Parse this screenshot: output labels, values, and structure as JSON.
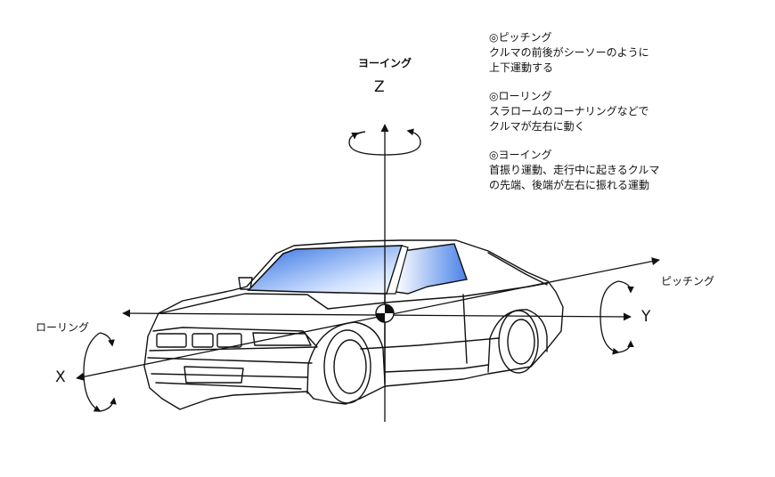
{
  "axes": {
    "z_letter": "Z",
    "y_letter": "Y",
    "x_letter": "X",
    "yaw_label": "ヨーイング",
    "pitch_label": "ピッチング",
    "roll_label": "ローリング"
  },
  "notes": [
    {
      "title": "◎ピッチング",
      "lines": [
        "クルマの前後がシーソーのように",
        "上下運動する"
      ]
    },
    {
      "title": "◎ローリング",
      "lines": [
        "スラロームのコーナリングなどで",
        "クルマが左右に動く"
      ]
    },
    {
      "title": "◎ヨーイング",
      "lines": [
        "首振り運動、走行中に起きるクルマ",
        "の先端、後端が左右に振れる運動"
      ]
    }
  ],
  "colors": {
    "glass": "#2f6fe0",
    "line": "#111111"
  }
}
